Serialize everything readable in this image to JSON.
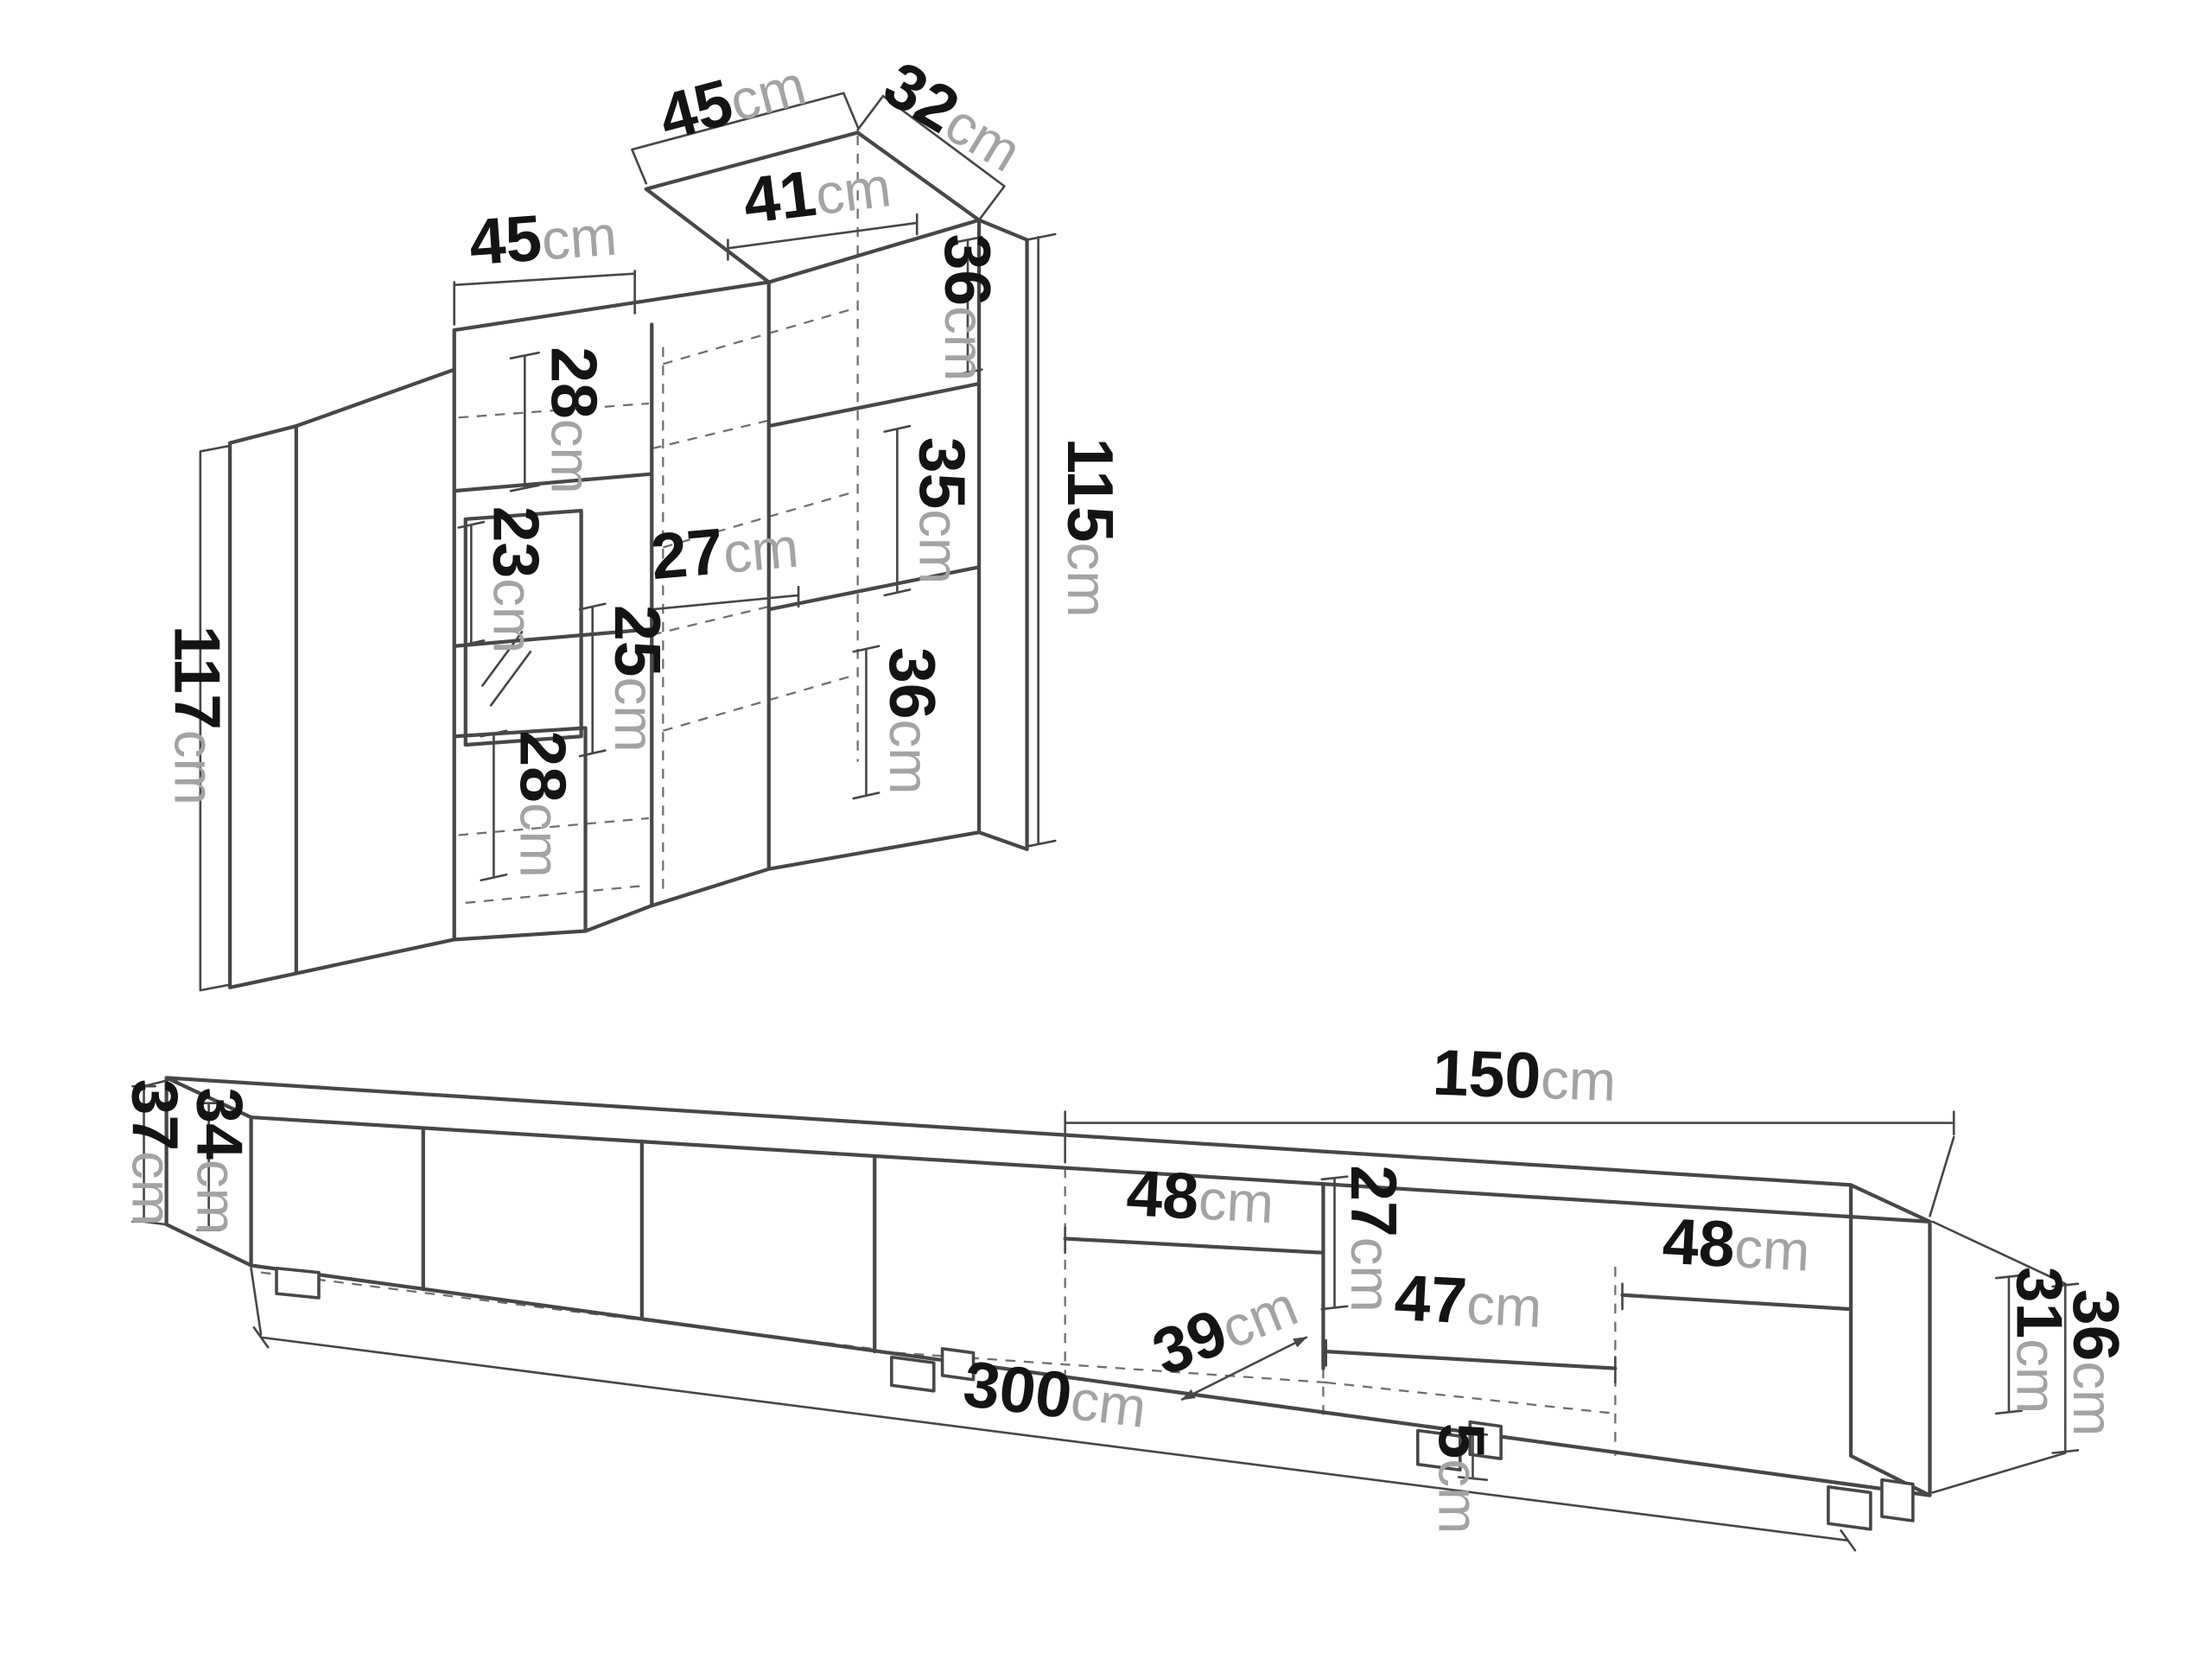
{
  "page": {
    "background": "#ffffff",
    "line_color": "#474747",
    "digit_color": "#141414",
    "unit_color": "#a3a3a3"
  },
  "wall_unit": {
    "name": "wall-shelf-unit",
    "dims": {
      "top_width": {
        "v": "45",
        "u": "cm"
      },
      "top_depth": {
        "v": "32",
        "u": "cm"
      },
      "top_inner_width": {
        "v": "41",
        "u": "cm"
      },
      "left_top_width": {
        "v": "45",
        "u": "cm"
      },
      "left_upper_shelf": {
        "v": "28",
        "u": "cm"
      },
      "right_upper_shelf": {
        "v": "36",
        "u": "cm"
      },
      "right_height": {
        "v": "115",
        "u": "cm"
      },
      "right_mid_shelf": {
        "v": "35",
        "u": "cm"
      },
      "left_door": {
        "v": "23",
        "u": "cm"
      },
      "center_width": {
        "v": "27",
        "u": "cm"
      },
      "center_height": {
        "v": "25",
        "u": "cm"
      },
      "right_lower_shelf": {
        "v": "36",
        "u": "cm"
      },
      "left_lower_shelf": {
        "v": "28",
        "u": "cm"
      },
      "left_height": {
        "v": "117",
        "u": "cm"
      }
    }
  },
  "tv_stand": {
    "name": "tv-stand",
    "dims": {
      "left_height_outer": {
        "v": "37",
        "u": "cm"
      },
      "left_height_inner": {
        "v": "34",
        "u": "cm"
      },
      "right_section": {
        "v": "150",
        "u": "cm"
      },
      "mid_shelf": {
        "v": "48",
        "u": "cm"
      },
      "mid_gap": {
        "v": "27",
        "u": "cm"
      },
      "right_shelf": {
        "v": "48",
        "u": "cm"
      },
      "inner_shelf": {
        "v": "47",
        "u": "cm"
      },
      "depth": {
        "v": "39",
        "u": "cm"
      },
      "right_height_outer": {
        "v": "36",
        "u": "cm"
      },
      "right_height_inner": {
        "v": "31",
        "u": "cm"
      },
      "total_length": {
        "v": "300",
        "u": "cm"
      },
      "foot_height": {
        "v": "5",
        "u": "cm"
      }
    }
  }
}
